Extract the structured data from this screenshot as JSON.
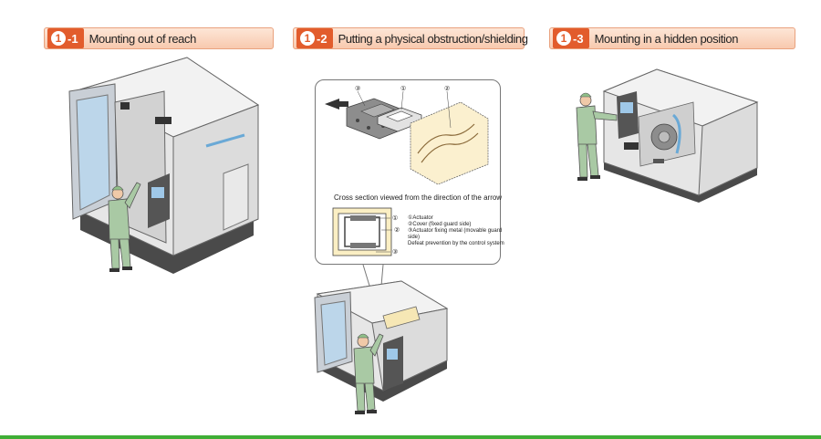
{
  "panels": [
    {
      "badge_num": "1",
      "badge_sub": "-1",
      "title": "Mounting out of reach"
    },
    {
      "badge_num": "1",
      "badge_sub": "-2",
      "title": "Putting a physical obstruction/shielding"
    },
    {
      "badge_num": "1",
      "badge_sub": "-3",
      "title": "Mounting in a hidden position"
    }
  ],
  "callout": {
    "caption": "Cross section viewed from the direction of the arrow",
    "marks": [
      "①",
      "②",
      "③"
    ],
    "legend": [
      "①Actuator",
      "②Cover (fixed guard side)",
      "③Actuator fixing metal (movable guard side)",
      "Defeat prevention by the control system"
    ]
  },
  "colors": {
    "accent": "#e25c2c",
    "footer": "#3fae36",
    "machine": "#e6e6e6",
    "worker": "#a9c9a4"
  }
}
